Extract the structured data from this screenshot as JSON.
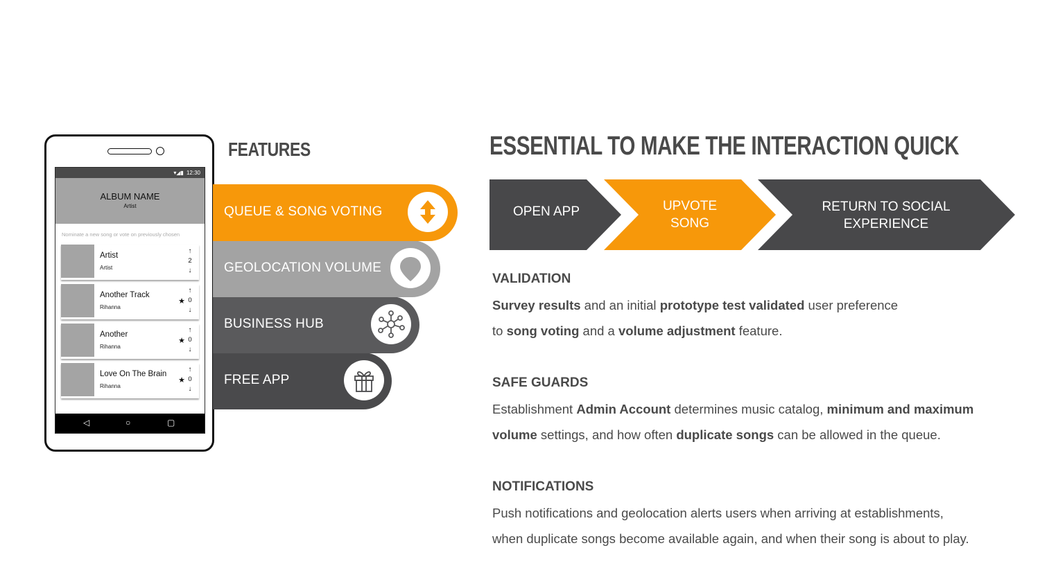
{
  "phone": {
    "status_time": "12:30",
    "album_name": "ALBUM NAME",
    "album_artist": "Artist",
    "nominate_hint": "Nominate a new song or vote on previously chosen",
    "songs": [
      {
        "title": "Artist",
        "sub": "Artist",
        "votes": "2",
        "starred": false
      },
      {
        "title": "Another Track",
        "sub": "Rihanna",
        "votes": "0",
        "starred": true
      },
      {
        "title": "Another",
        "sub": "Rihanna",
        "votes": "0",
        "starred": true
      },
      {
        "title": "Love On The Brain",
        "sub": "Rihanna",
        "votes": "0",
        "starred": true
      }
    ],
    "nav": {
      "back": "◁",
      "home": "○",
      "recent": "▢"
    }
  },
  "features": {
    "title": "FEATURES",
    "items": [
      {
        "label": "QUEUE & SONG VOTING",
        "color": "#f7980a",
        "icon": "up-down-arrows-icon"
      },
      {
        "label": "GEOLOCATION VOLUME",
        "color": "#a3a3a3",
        "icon": "location-pin-icon"
      },
      {
        "label": "BUSINESS HUB",
        "color": "#5a5a5c",
        "icon": "network-hub-icon"
      },
      {
        "label": "FREE APP",
        "color": "#4a4a4c",
        "icon": "gift-icon"
      }
    ]
  },
  "heading": "ESSENTIAL TO MAKE THE INTERACTION QUICK",
  "steps": [
    {
      "line1": "OPEN APP",
      "line2": "",
      "color": "#48484a"
    },
    {
      "line1": "UPVOTE",
      "line2": "SONG",
      "color": "#f7980a"
    },
    {
      "line1": "RETURN TO SOCIAL",
      "line2": "EXPERIENCE",
      "color": "#48484a"
    }
  ],
  "sections": {
    "validation": {
      "title": "VALIDATION",
      "t1": "Survey results",
      "t2": " and an initial ",
      "t3": "prototype test validated",
      "t4": " user preference",
      "t5": "to ",
      "t6": "song voting",
      "t7": " and a ",
      "t8": "volume adjustment",
      "t9": " feature."
    },
    "safeguards": {
      "title": "SAFE GUARDS",
      "t1": "Establishment ",
      "t2": "Admin Account",
      "t3": " determines music catalog, ",
      "t4": "minimum and maximum",
      "t5": "volume",
      "t6": " settings, and how often ",
      "t7": "duplicate songs",
      "t8": " can be allowed in the queue."
    },
    "notifications": {
      "title": "NOTIFICATIONS",
      "line1": "Push notifications and geolocation alerts users when arriving at establishments,",
      "line2": "when duplicate songs become available again, and when their song is about to play."
    }
  }
}
